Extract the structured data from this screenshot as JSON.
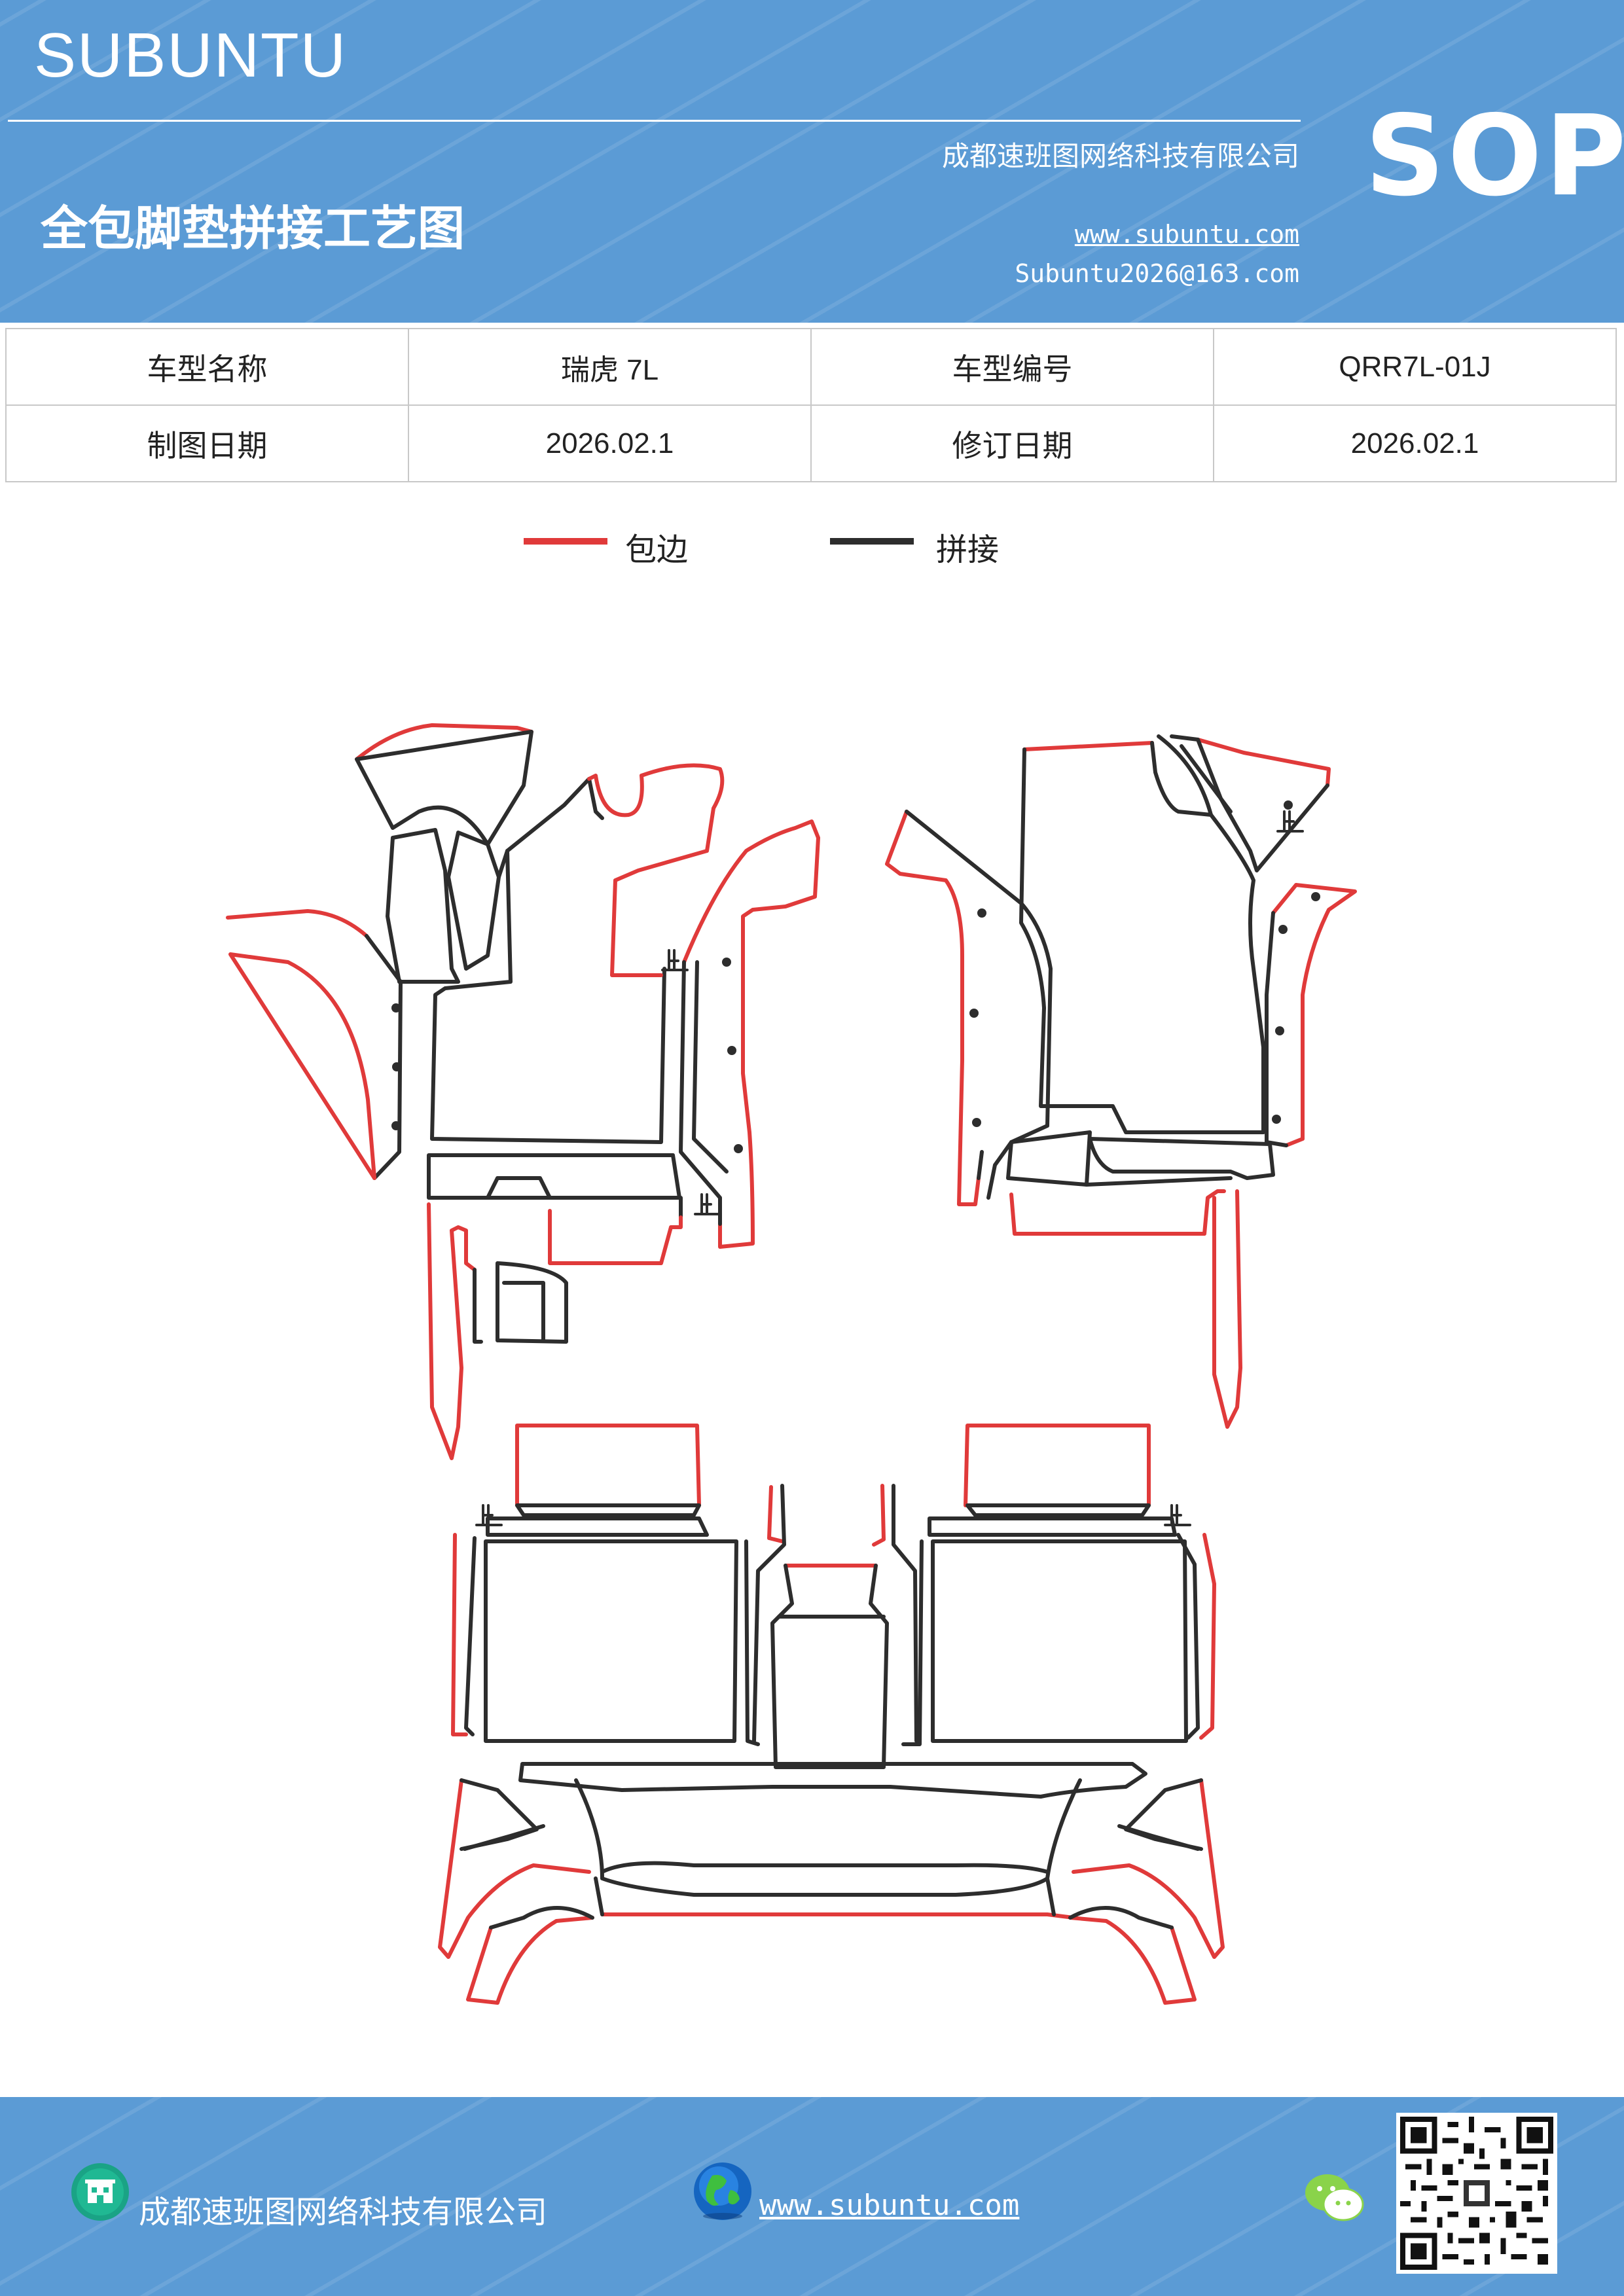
{
  "header": {
    "brand": "SUBUNTU",
    "company": "成都速班图网络科技有限公司",
    "title": "全包脚垫拼接工艺图",
    "website": "www.subuntu.com",
    "email": "Subuntu2026@163.com",
    "badge": "SOP"
  },
  "info": {
    "model_name_label": "车型名称",
    "model_name_value": "瑞虎 7L",
    "model_code_label": "车型编号",
    "model_code_value": "QRR7L-01J",
    "draw_date_label": "制图日期",
    "draw_date_value": "2026.02.1",
    "revise_date_label": "修订日期",
    "revise_date_value": "2026.02.1"
  },
  "legend": {
    "edge_label": "包边",
    "edge_color": "#e03a3a",
    "splice_label": "拼接",
    "splice_color": "#2d2d2d"
  },
  "drawing": {
    "up_mark": "上"
  },
  "footer": {
    "company": "成都速班图网络科技有限公司",
    "website": "www.subuntu.com",
    "icons": [
      "building-icon",
      "globe-icon",
      "wechat-icon",
      "qr-code"
    ]
  }
}
